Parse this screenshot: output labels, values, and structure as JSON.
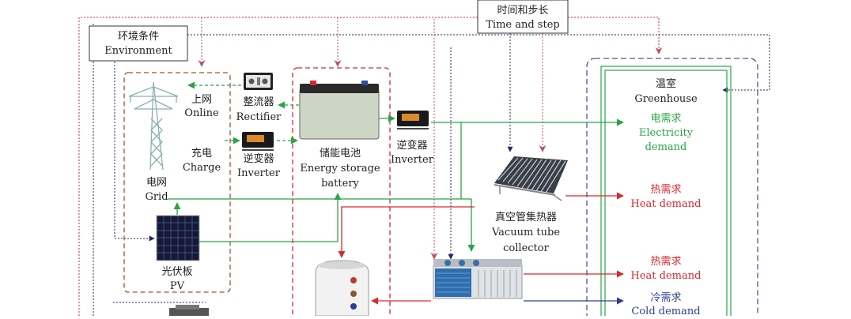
{
  "colors": {
    "red": "#d9272e",
    "green": "#2aa545",
    "navy": "#1f2a6b",
    "pink": "#c0506a",
    "brown": "#a0522d",
    "purple": "#5a4fa0",
    "gray": "#777777"
  },
  "labels": {
    "time_step_cn": "时间和步长",
    "time_step_en": "Time and step",
    "environment_cn": "环境条件",
    "environment_en": "Environment",
    "online_cn": "上网",
    "online_en": "Online",
    "rectifier_cn": "整流器",
    "rectifier_en": "Rectifier",
    "charge_cn": "充电",
    "charge_en": "Charge",
    "inverter1_cn": "逆变器",
    "inverter1_en": "Inverter",
    "grid_cn": "电网",
    "grid_en": "Grid",
    "battery_cn": "储能电池",
    "battery_en1": "Energy storage",
    "battery_en2": "battery",
    "inverter2_cn": "逆变器",
    "inverter2_en": "Inverter",
    "pv_cn": "光伏板",
    "pv_en": "PV",
    "vacuum_cn": "真空管集热器",
    "vacuum_en1": "Vacuum tube",
    "vacuum_en2": "collector",
    "greenhouse_cn": "温室",
    "greenhouse_en": "Greenhouse",
    "elec_cn": "电需求",
    "elec_en1": "Electricity",
    "elec_en2": "demand",
    "heat1_cn": "热需求",
    "heat1_en": "Heat demand",
    "heat2_cn": "热需求",
    "heat2_en": "Heat demand",
    "cold_cn": "冷需求",
    "cold_en": "Cold demand"
  }
}
